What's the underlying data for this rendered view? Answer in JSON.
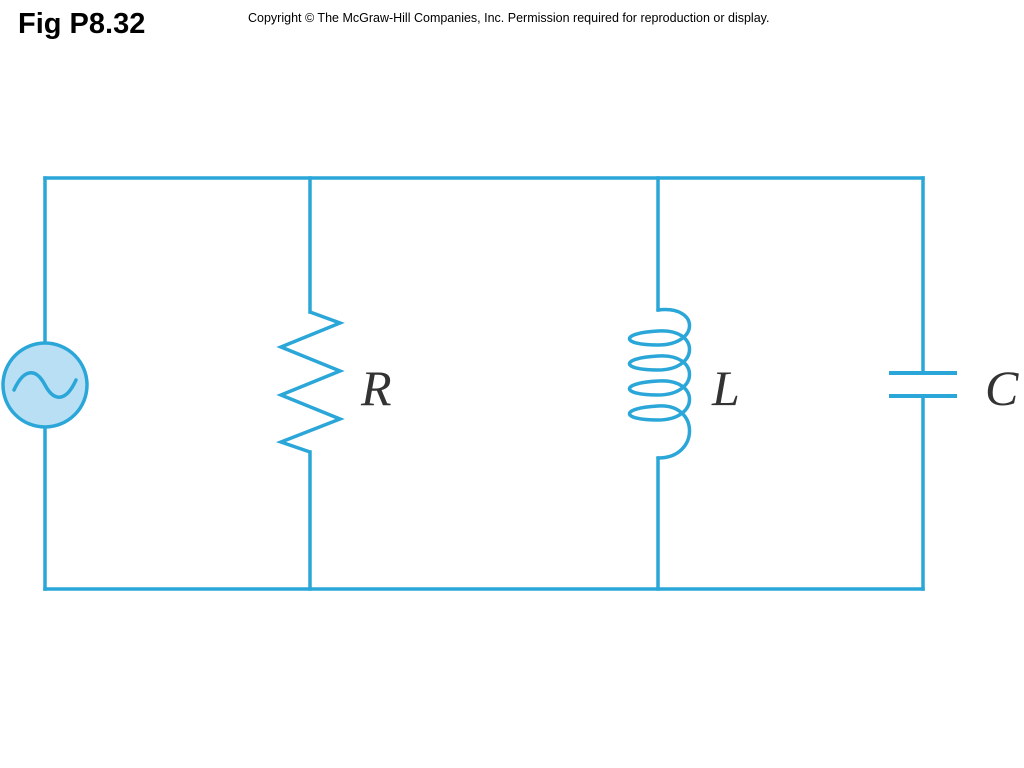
{
  "header": {
    "title": "Fig P8.32",
    "copyright": "Copyright © The McGraw-Hill Companies, Inc. Permission required for reproduction or display."
  },
  "circuit": {
    "wire_color": "#2aa7d8",
    "source_fill": "#b9dff5",
    "label_color": "#333333",
    "components": {
      "source": {
        "icon": "ac-source-icon"
      },
      "resistor": {
        "label": "R",
        "icon": "resistor-icon"
      },
      "inductor": {
        "label": "L",
        "icon": "inductor-icon"
      },
      "capacitor": {
        "label": "C",
        "icon": "capacitor-icon"
      }
    }
  }
}
